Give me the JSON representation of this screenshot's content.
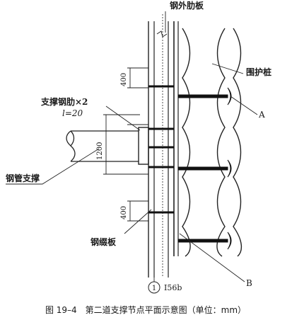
{
  "labels": {
    "outer_rib_plate": "钢外肋板",
    "retaining_pile": "围护桩",
    "callout_a": "A",
    "callout_b": "B",
    "support_rib": "支撑钢肋×2",
    "rib_length": "l=20",
    "steel_pipe_support": "钢管支撑",
    "batten_plate": "钢缀板",
    "axis_number": "1",
    "section": "I56b"
  },
  "dimensions": {
    "spacing_top": "400",
    "spacing_mid": "1200",
    "spacing_bottom": "400"
  },
  "caption": "图 19–4　第二道支撑节点平面示意图（单位：mm）"
}
